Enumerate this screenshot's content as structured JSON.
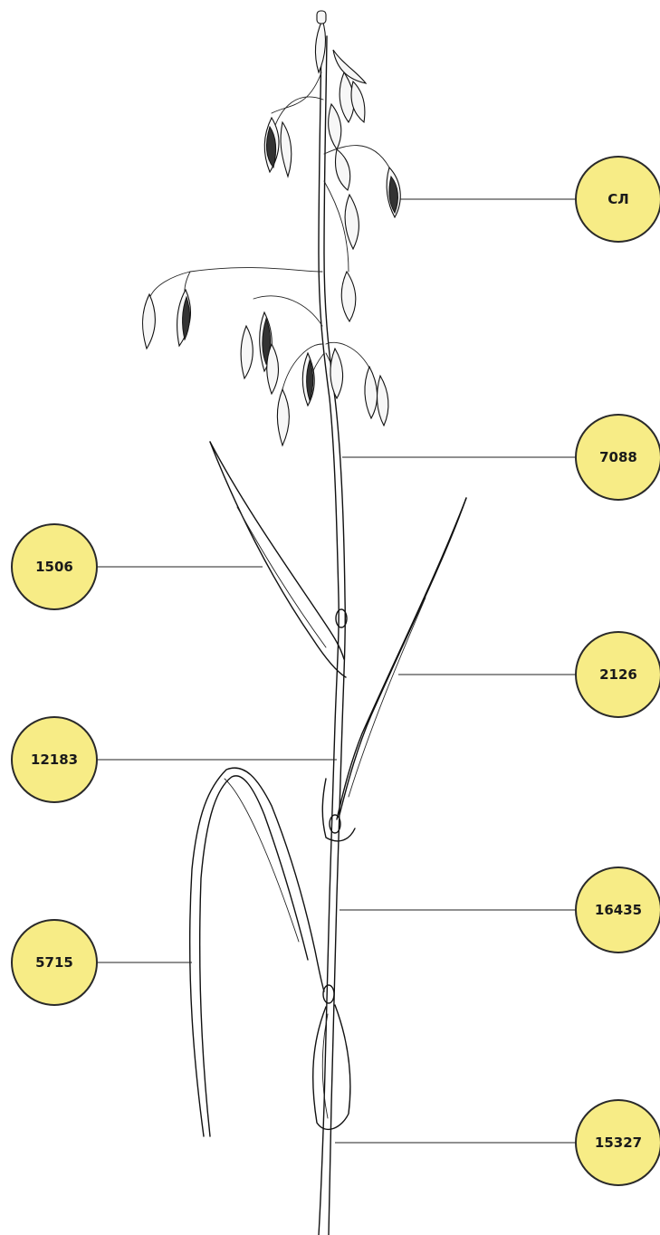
{
  "labels": [
    {
      "id": "sl",
      "text": "СЛ",
      "part": "panicle"
    },
    {
      "id": "l7088",
      "text": "7088",
      "part": "upper-stem"
    },
    {
      "id": "l1506",
      "text": "1506",
      "part": "flag-leaf-left"
    },
    {
      "id": "l2126",
      "text": "2126",
      "part": "flag-leaf-right"
    },
    {
      "id": "l12183",
      "text": "12183",
      "part": "internode-upper"
    },
    {
      "id": "l16435",
      "text": "16435",
      "part": "internode-middle"
    },
    {
      "id": "l5715",
      "text": "5715",
      "part": "lower-leaf"
    },
    {
      "id": "l15327",
      "text": "15327",
      "part": "base-stem"
    }
  ],
  "colors": {
    "badge_fill": "#f7ec86",
    "badge_stroke": "#2a2a2a",
    "line": "#111111"
  }
}
